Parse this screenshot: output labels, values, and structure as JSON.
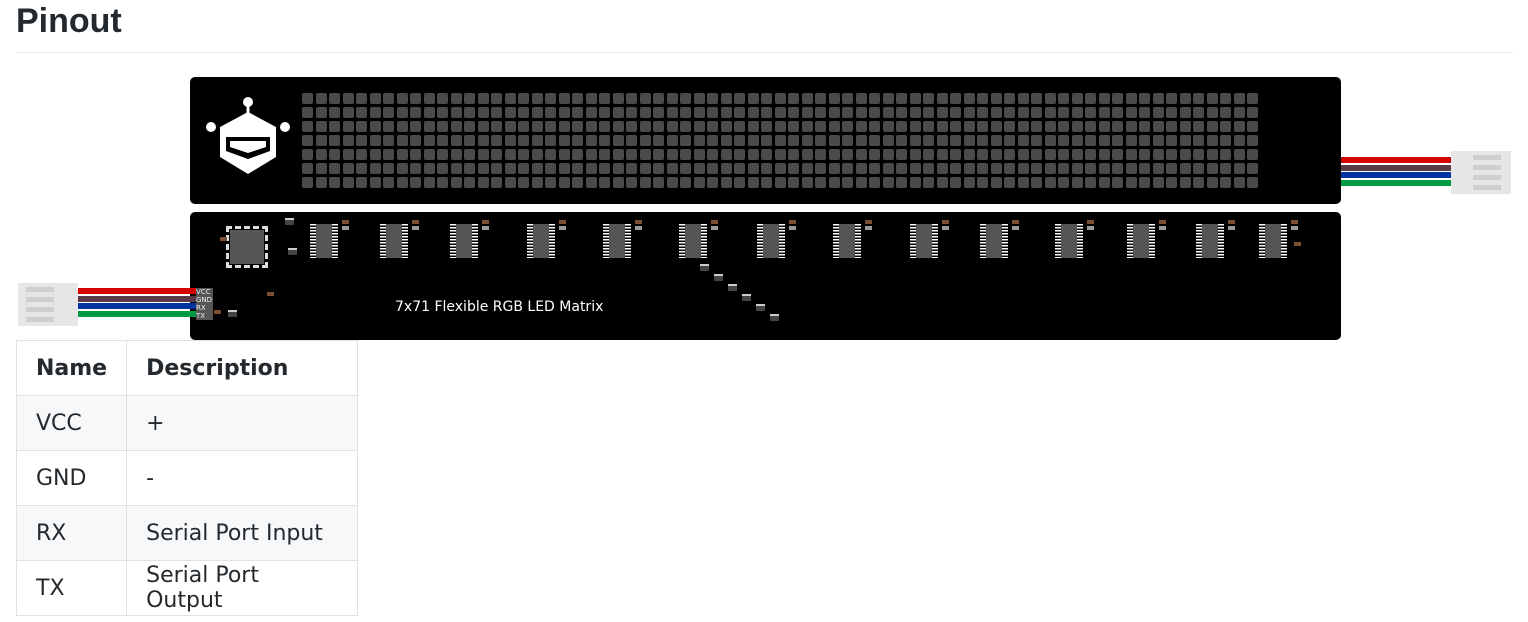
{
  "heading": "Pinout",
  "diagram": {
    "board_label": "7x71 Flexible RGB LED Matrix",
    "pin_labels": [
      "VCC",
      "GND",
      "RX",
      "TX"
    ],
    "led_rows": 7,
    "led_cols": 71,
    "wire_colors": [
      "#d40000",
      "#5a3a48",
      "#0033a0",
      "#009a44"
    ],
    "icon": "dfrobot-logo-icon"
  },
  "table": {
    "headers": [
      "Name",
      "Description"
    ],
    "rows": [
      {
        "name": "VCC",
        "desc": "+"
      },
      {
        "name": "GND",
        "desc": "-"
      },
      {
        "name": "RX",
        "desc": "Serial Port Input"
      },
      {
        "name": "TX",
        "desc": "Serial Port Output"
      }
    ]
  }
}
